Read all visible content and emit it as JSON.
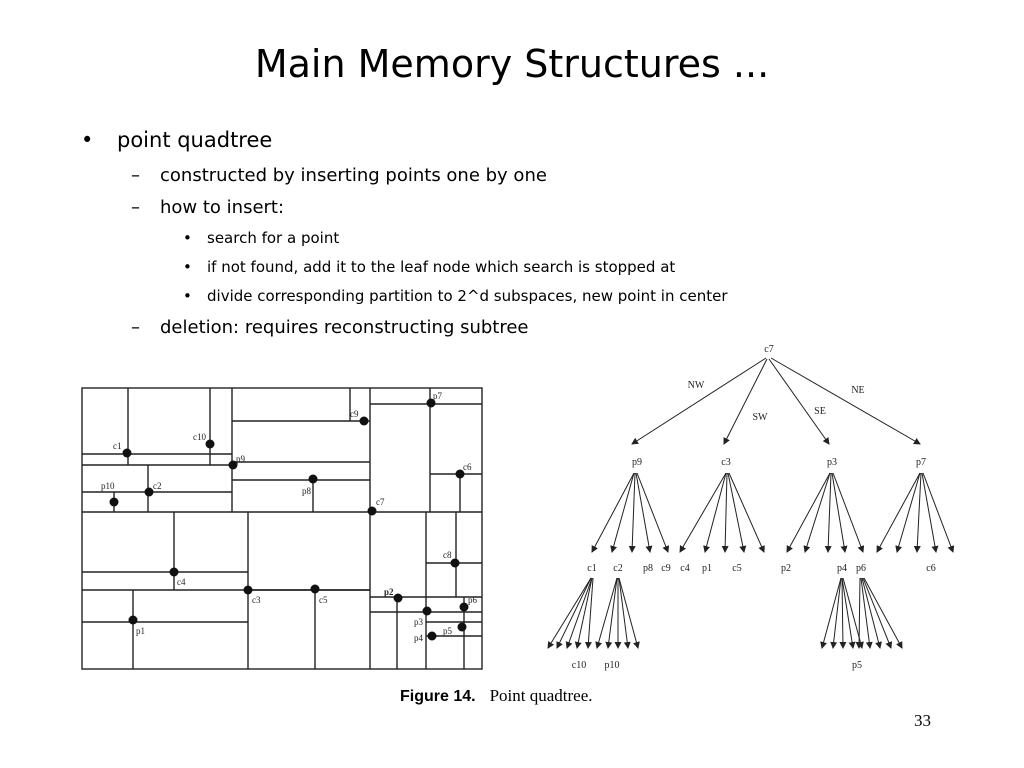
{
  "slide": {
    "title": "Main Memory Structures ...",
    "page_number": "33"
  },
  "bullets": {
    "level1": {
      "marker": "•",
      "text": "point quadtree"
    },
    "constructed": {
      "marker": "–",
      "text": "constructed by inserting points one by one"
    },
    "how_to_insert": {
      "marker": "–",
      "text": "how to insert:"
    },
    "search": {
      "marker": "•",
      "text": "search for a point"
    },
    "not_found": {
      "marker": "•",
      "text": "if not found, add it to the leaf node which search is stopped at"
    },
    "divide": {
      "marker": "•",
      "text": "divide corresponding partition to 2^d subspaces, new point in center"
    },
    "deletion": {
      "marker": "–",
      "text": "deletion: requires reconstructing subtree"
    }
  },
  "figure": {
    "label": "Figure 14.",
    "caption": "Point quadtree."
  },
  "partition_labels": {
    "p7": "p7",
    "c9": "c9",
    "c10": "c10",
    "c1": "c1",
    "p9": "p9",
    "c6": "c6",
    "p10": "p10",
    "c2": "c2",
    "p8": "p8",
    "c7": "c7",
    "c8": "c8",
    "c4": "c4",
    "c3": "c3",
    "c5": "c5",
    "p2": "p2",
    "p6": "p6",
    "p1": "p1",
    "p3": "p3",
    "p4": "p4",
    "p5": "p5"
  },
  "tree": {
    "root": "c7",
    "edges": {
      "nw": "NW",
      "sw": "SW",
      "se": "SE",
      "ne": "NE"
    },
    "level1": [
      "p9",
      "c3",
      "p3",
      "p7"
    ],
    "level2": [
      "c1",
      "c2",
      "p8",
      "c9",
      "c4",
      "p1",
      "c5",
      "p2",
      "p4",
      "p6",
      "c6"
    ],
    "level3": [
      "c10",
      "p10",
      "p5"
    ]
  }
}
